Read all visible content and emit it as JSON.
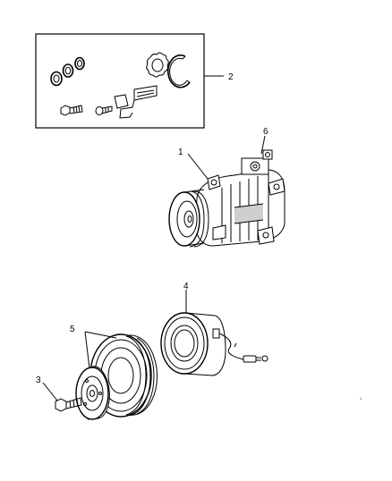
{
  "callouts": {
    "c1": "1",
    "c2": "2",
    "c3": "3",
    "c4": "4",
    "c5": "5",
    "c6": "6"
  },
  "colors": {
    "line": "#000000",
    "background": "#ffffff",
    "shade": "#cfcfcf"
  }
}
